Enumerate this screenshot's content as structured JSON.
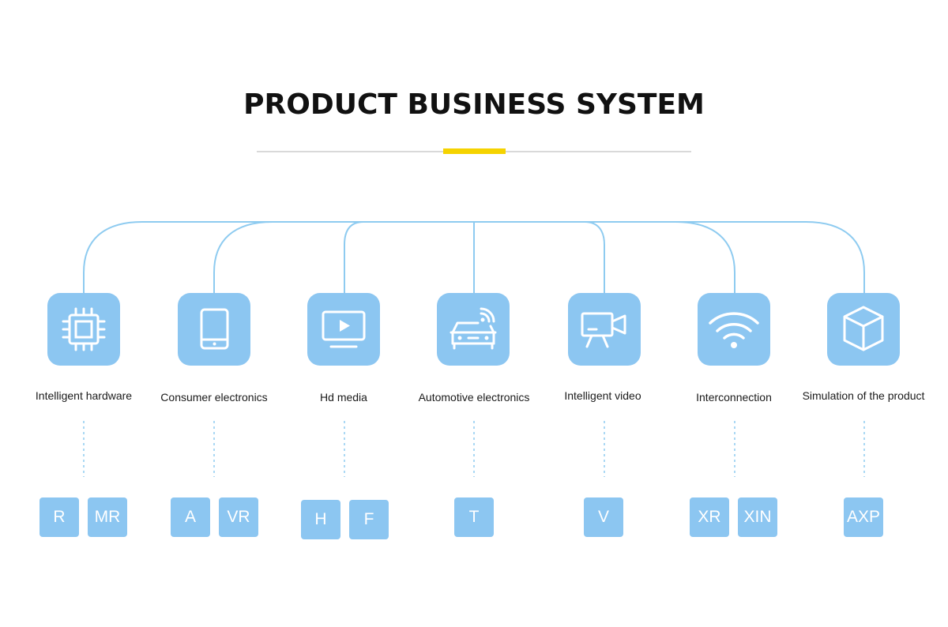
{
  "title": "PRODUCT BUSINESS SYSTEM",
  "colors": {
    "accent": "#f5d300",
    "tile": "#8cc6f1",
    "line": "#8ecbf0",
    "text": "#111111"
  },
  "categories": [
    {
      "label": "Intelligent hardware",
      "icon": "chip-icon",
      "products": [
        "R",
        "MR"
      ]
    },
    {
      "label": "Consumer electronics",
      "icon": "tablet-icon",
      "products": [
        "A",
        "VR"
      ]
    },
    {
      "label": "Hd media",
      "icon": "monitor-play-icon",
      "products": [
        "H",
        "F"
      ]
    },
    {
      "label": "Automotive electronics",
      "icon": "connected-car-icon",
      "products": [
        "T"
      ]
    },
    {
      "label": "Intelligent video",
      "icon": "video-camera-icon",
      "products": [
        "V"
      ]
    },
    {
      "label": "Interconnection",
      "icon": "wifi-icon",
      "products": [
        "XR",
        "XIN"
      ]
    },
    {
      "label": "Simulation of the product",
      "icon": "cube-icon",
      "products": [
        "AXP"
      ]
    }
  ]
}
